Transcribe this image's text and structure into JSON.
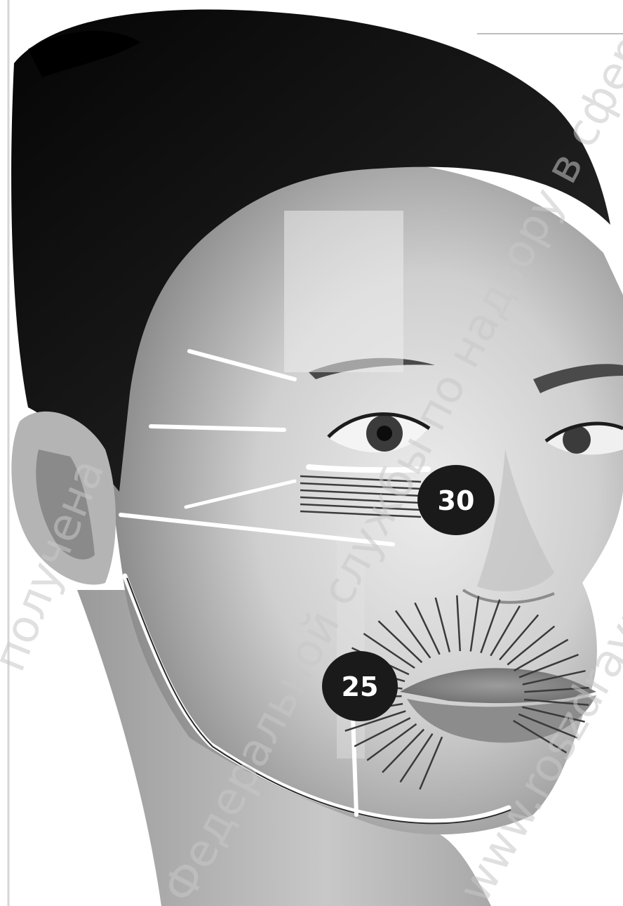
{
  "figure": {
    "badges": [
      {
        "id": "upper",
        "label": "30"
      },
      {
        "id": "lower",
        "label": "25"
      }
    ],
    "watermarks": [
      "получена",
      "Федеральной службы по надзору в сфере здравоохранения",
      "www.roszdravnadzor.ru"
    ]
  },
  "colors": {
    "hair": "#111111",
    "skin_light": "#e8e8e8",
    "skin_mid": "#bdbdbd",
    "skin_dark": "#7a7a7a",
    "lines": "#ffffff",
    "badge": "#1a1a1a"
  }
}
